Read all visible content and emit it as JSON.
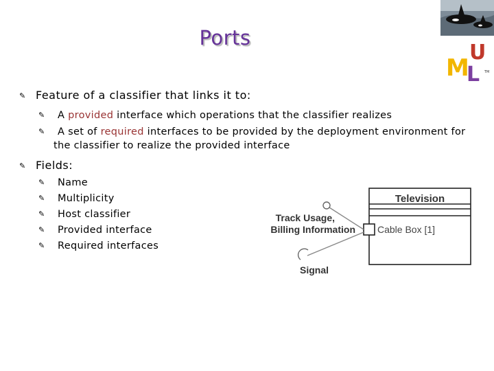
{
  "slide": {
    "title": "Ports"
  },
  "bullets": {
    "b1": "Feature of a classifier that links it to:",
    "b1_sub1_pre": "A ",
    "b1_sub1_hl": "provided",
    "b1_sub1_post": " interface which operations that the classifier realizes",
    "b1_sub2_pre": "A set of ",
    "b1_sub2_hl": "required",
    "b1_sub2_post": " interfaces to be provided by the deployment environment for",
    "b1_sub2_cont": "the classifier to realize the provided interface",
    "b2": "Fields:",
    "fields": [
      "Name",
      "Multiplicity",
      "Host classifier",
      "Provided interface",
      "Required interfaces"
    ]
  },
  "diagram": {
    "class_name": "Television",
    "port_label": "Cable Box [1]",
    "provided_interface_line1": "Track Usage,",
    "provided_interface_line2": "Billing Information",
    "required_interface": "Signal"
  },
  "logo": {
    "letters": [
      "U",
      "M",
      "L"
    ],
    "trademark": "TM"
  },
  "colors": {
    "title": "#663399",
    "highlight": "#993333"
  }
}
